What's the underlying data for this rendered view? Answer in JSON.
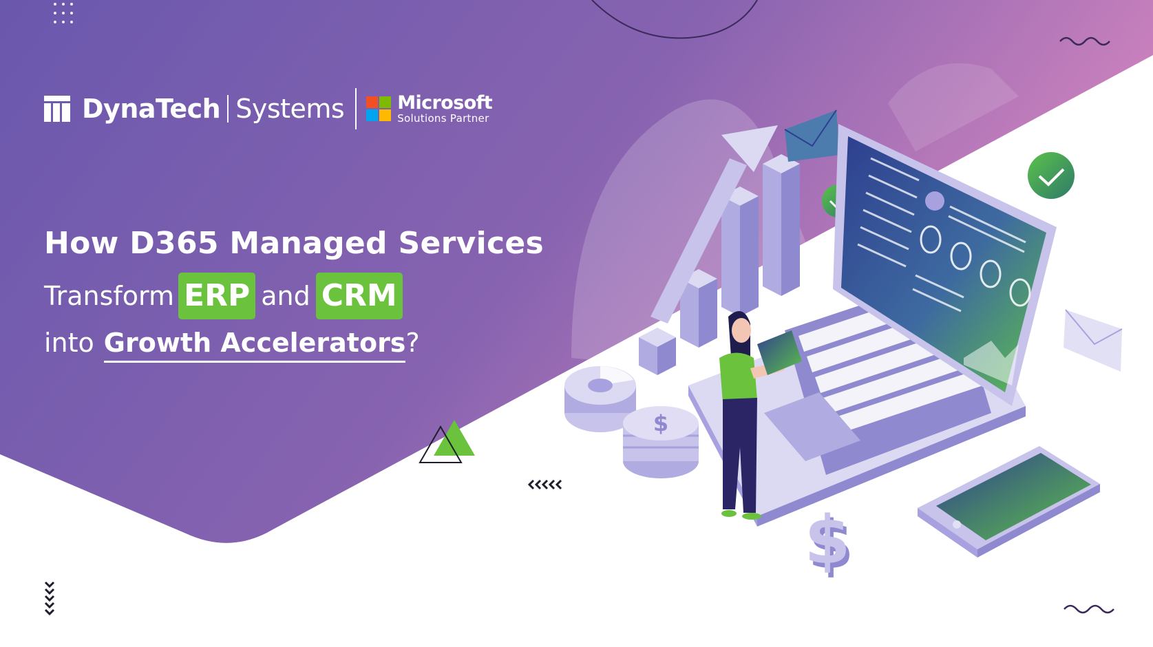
{
  "brand": {
    "name": "DynaTech",
    "sub": "Systems",
    "partner_line1": "Microsoft",
    "partner_line2": "Solutions Partner",
    "logo_icon": "dynatech-logo-icon",
    "partner_icon": "microsoft-logo-icon"
  },
  "headline": {
    "line1": "How D365 Managed Services",
    "line2_prefix": "Transform",
    "highlight1": "ERP",
    "connector": "and",
    "highlight2": "CRM",
    "line3_prefix": "into",
    "emphasis": "Growth Accelerators",
    "suffix": "?"
  },
  "colors": {
    "bg_gradient_start": "#6a58ad",
    "bg_gradient_mid": "#8763b0",
    "bg_gradient_end": "#d586bf",
    "highlight_green": "#6bc23d",
    "text_white": "#ffffff",
    "ms_red": "#f25022",
    "ms_green": "#7fba00",
    "ms_blue": "#00a4ef",
    "ms_yellow": "#ffb900"
  },
  "decor": {
    "icons": [
      "dot-grid-icon",
      "wave-icon",
      "chevron-left-icon",
      "chevron-down-icon",
      "triangle-icon",
      "circle-arc-icon"
    ]
  },
  "illustration": {
    "icons": [
      "bar-chart-icon",
      "trend-arrow-icon",
      "envelope-icon",
      "check-badge-icon",
      "laptop-icon",
      "tablet-icon",
      "coin-stack-icon",
      "dollar-sign-icon",
      "person-icon",
      "pie-chart-icon"
    ]
  }
}
